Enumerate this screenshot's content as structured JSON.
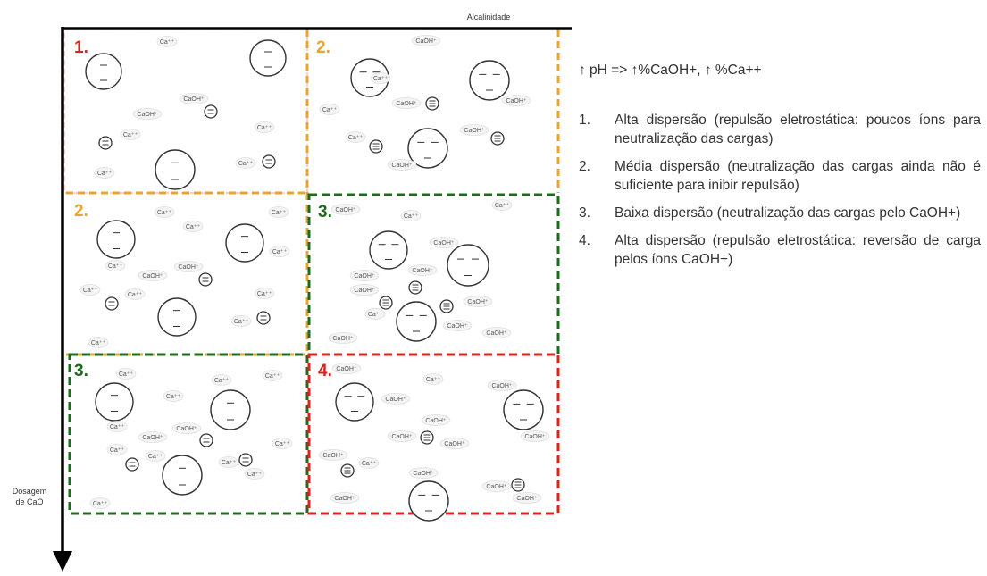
{
  "axes": {
    "x_label": "Alcalinidade",
    "y_label_line1": "Dosagem",
    "y_label_line2": "de CaO"
  },
  "colors": {
    "red": "#d9261c",
    "orange": "#e8a531",
    "green": "#1e6b1e",
    "axis": "#000000"
  },
  "ions": {
    "ca": "Ca⁺⁺",
    "caoh": "CaOH⁺"
  },
  "panels": [
    {
      "number": "1.",
      "color": "red"
    },
    {
      "number": "2.",
      "color": "orange"
    },
    {
      "number": "2.",
      "color": "orange"
    },
    {
      "number": "3.",
      "color": "green"
    },
    {
      "number": "3.",
      "color": "green"
    },
    {
      "number": "4.",
      "color": "red"
    }
  ],
  "legend": {
    "header": "↑ pH => ↑%CaOH+, ↑ %Ca++",
    "items": [
      {
        "n": "1.",
        "text": "Alta dispersão (repulsão eletrostática: poucos íons para neutralização das cargas)"
      },
      {
        "n": "2.",
        "text": "Média dispersão (neutralização das cargas ainda não é suficiente para inibir repulsão)"
      },
      {
        "n": "3.",
        "text": "Baixa dispersão (neutralização das cargas pelo CaOH+)"
      },
      {
        "n": "4.",
        "text": "Alta dispersão (repulsão eletrostática: reversão de carga pelos íons CaOH+)"
      }
    ]
  }
}
